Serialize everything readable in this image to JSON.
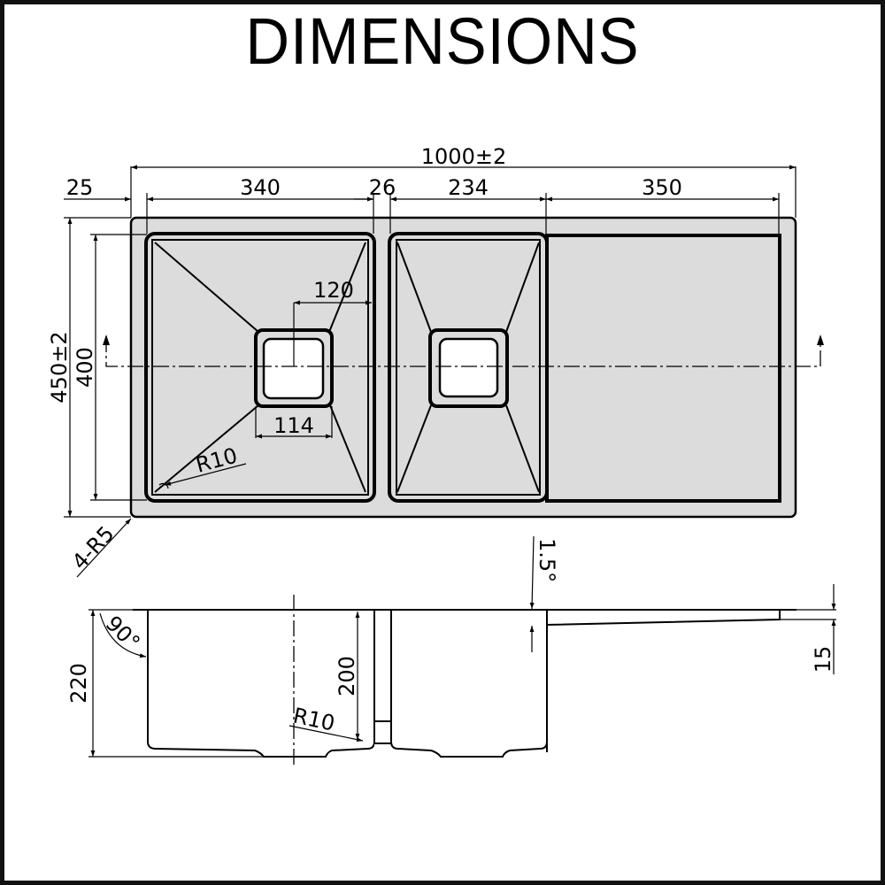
{
  "title": "DIMENSIONS",
  "plan_view": {
    "overall_length": "1000±2",
    "overall_width": "450±2",
    "bowl_depth_span": "400",
    "left_margin": "25",
    "bowl_large_width": "340",
    "divider_width": "26",
    "bowl_small_width": "234",
    "drainer_width": "350",
    "waste_offset": "120",
    "waste_size": "114",
    "inner_corner_radius": "R10",
    "outer_corner_radius": "4-R5"
  },
  "section_view": {
    "overall_depth": "220",
    "bowl_depth": "200",
    "wall_angle": "90°",
    "drainer_slope": "1.5°",
    "drainer_thickness": "15",
    "bottom_radius": "R10"
  },
  "colors": {
    "steel_fill": "#dcdcdc",
    "line": "#000000",
    "background": "#ffffff",
    "frame": "#111111"
  }
}
